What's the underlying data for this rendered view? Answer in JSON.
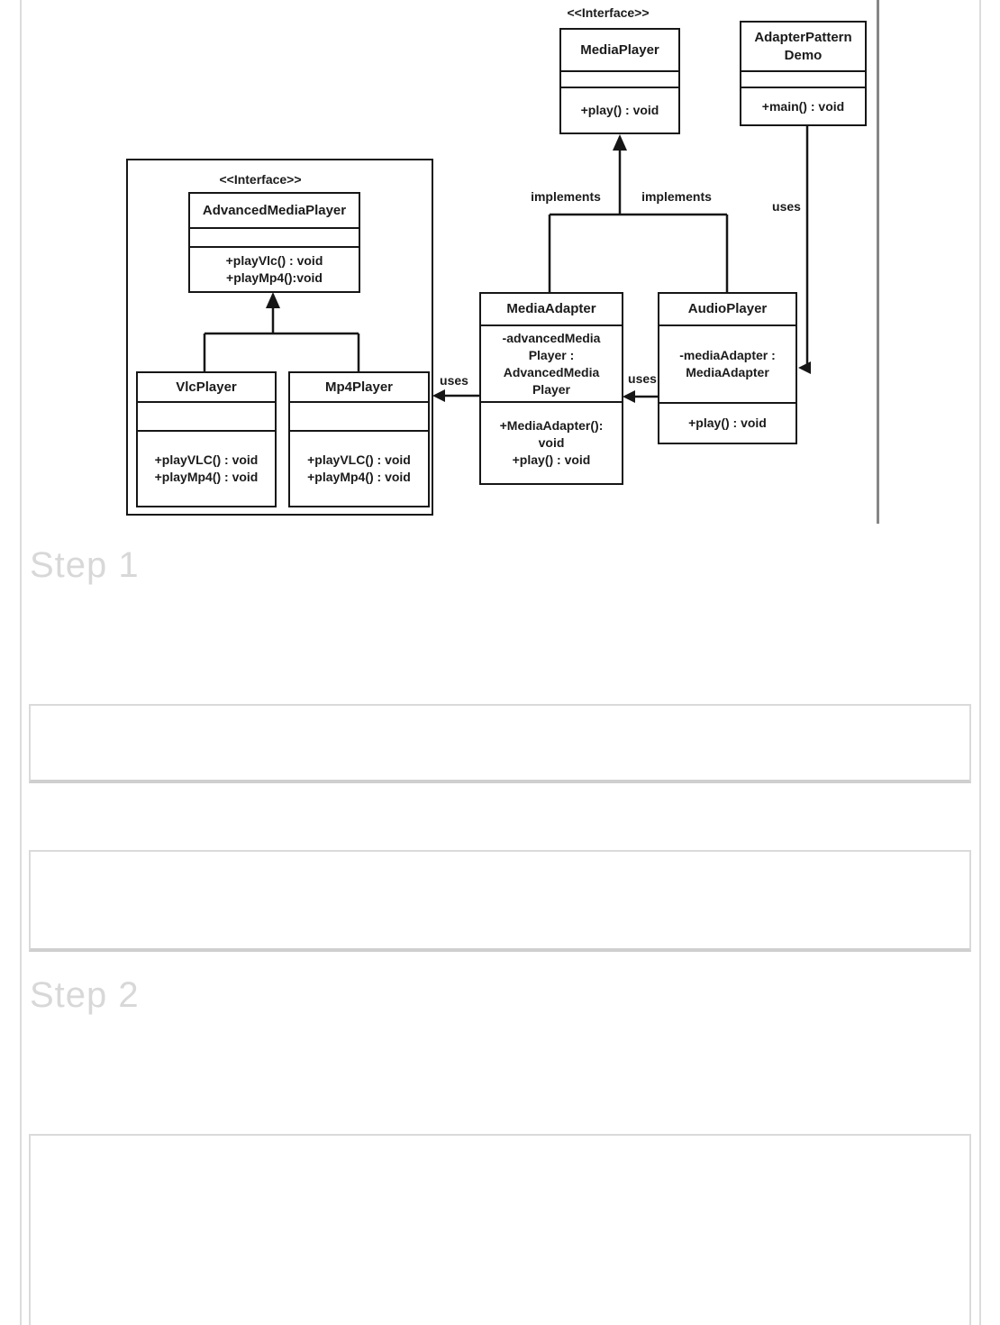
{
  "sections": {
    "step1_title": "Step 1",
    "step2_title": "Step 2"
  },
  "diagram": {
    "stereotype_top": "<<Interface>>",
    "stereotype_left": "<<Interface>>",
    "media_player": {
      "title": "MediaPlayer",
      "method": "+play() : void"
    },
    "adapter_demo": {
      "title_line1": "AdapterPattern",
      "title_line2": "Demo",
      "method": "+main() : void"
    },
    "advanced_media_player": {
      "title": "AdvancedMediaPlayer",
      "method1": "+playVlc() : void",
      "method2": "+playMp4():void"
    },
    "vlc_player": {
      "title": "VlcPlayer",
      "method1": "+playVLC() : void",
      "method2": "+playMp4() : void"
    },
    "mp4_player": {
      "title": "Mp4Player",
      "method1": "+playVLC() : void",
      "method2": "+playMp4() : void"
    },
    "media_adapter": {
      "title": "MediaAdapter",
      "attr1": "-advancedMedia",
      "attr2": "Player :",
      "attr3": "AdvancedMedia",
      "attr4": "Player",
      "method1": "+MediaAdapter():",
      "method2": "void",
      "method3": "+play() : void"
    },
    "audio_player": {
      "title": "AudioPlayer",
      "attr1": "-mediaAdapter :",
      "attr2": "MediaAdapter",
      "method": "+play() : void"
    },
    "labels": {
      "implements_left": "implements",
      "implements_right": "implements",
      "uses_demo": "uses",
      "uses_audio": "uses",
      "uses_adapter": "uses"
    }
  },
  "colors": {
    "uml_line": "#161616",
    "step_heading": "#d8d8d8",
    "code_box_border": "#dadada",
    "page_border": "#dcdcdc",
    "diagram_edge": "#868686"
  }
}
